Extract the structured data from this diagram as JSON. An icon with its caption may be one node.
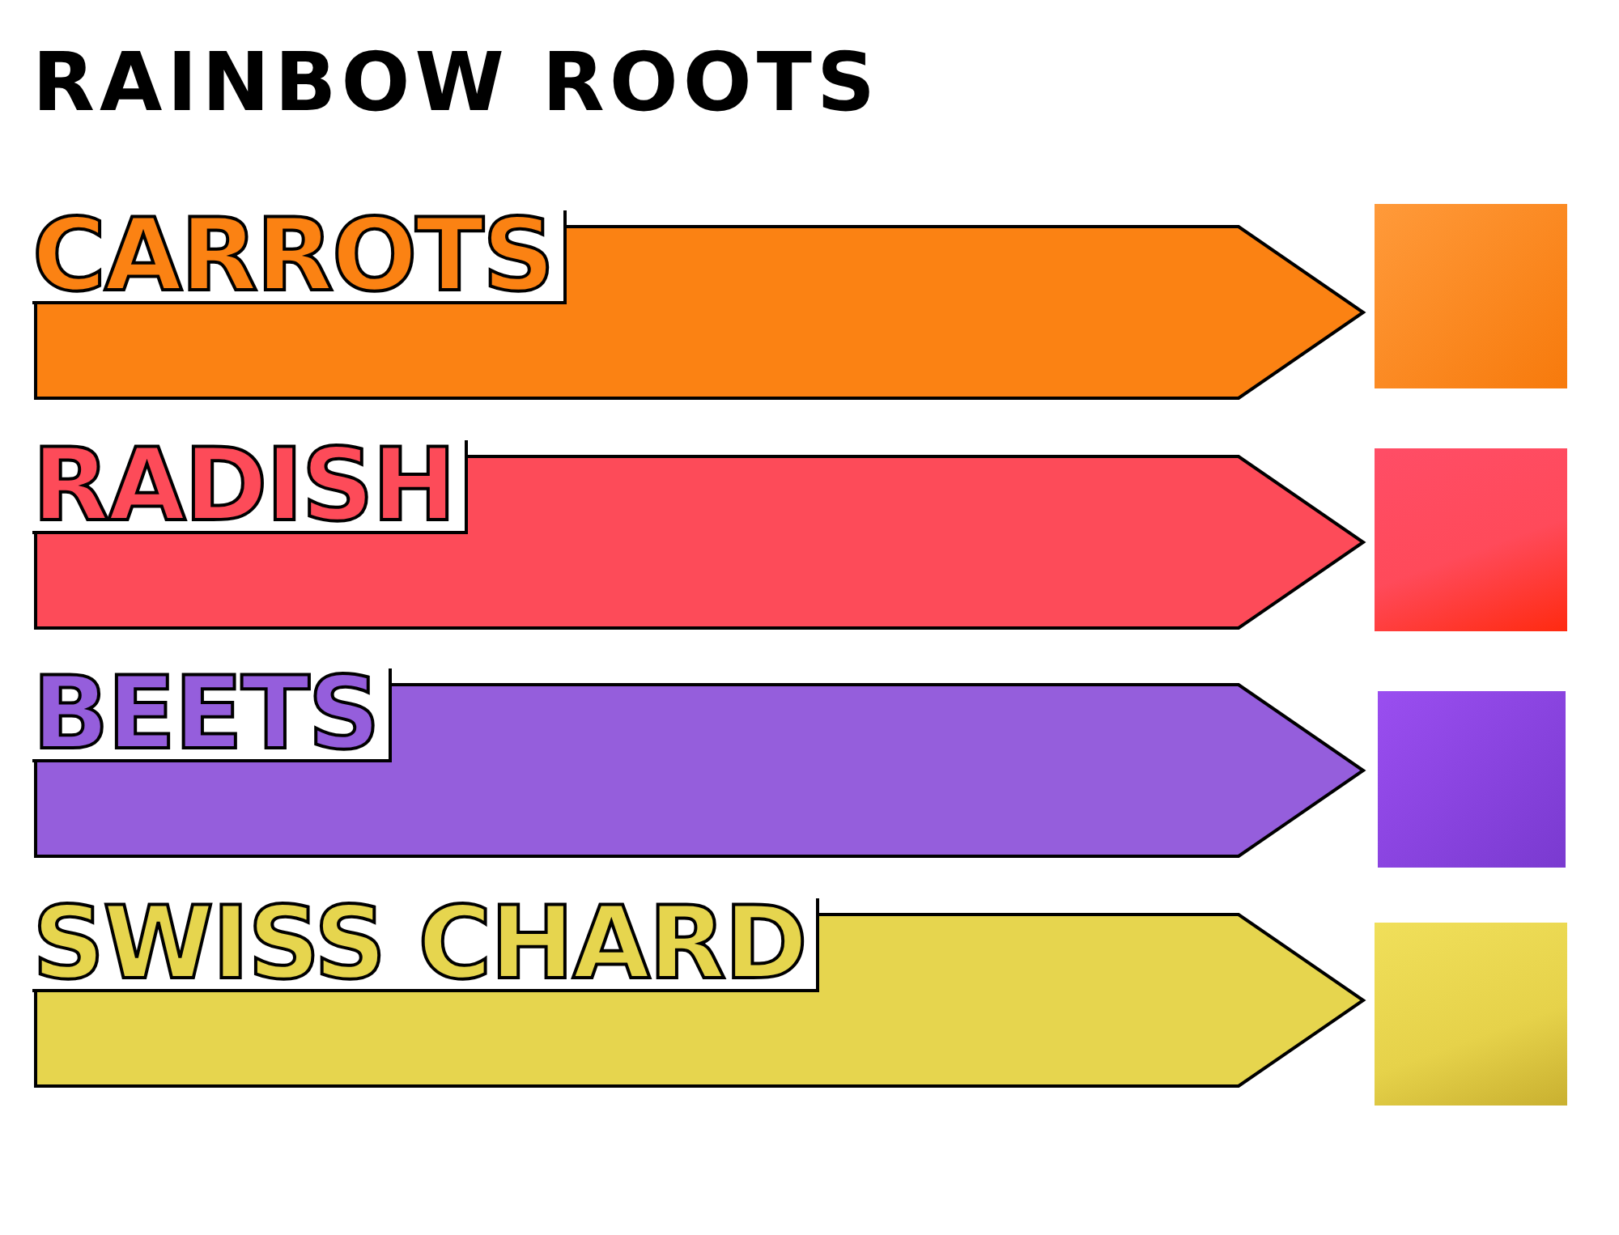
{
  "diagram": {
    "title": "RAINBOW ROOTS",
    "nodes": [
      {
        "text": [
          "CARROTS"
        ]
      },
      {
        "text": [],
        "shape": "box"
      },
      {
        "text": [
          "RADISH"
        ]
      },
      {
        "text": [],
        "shape": "box"
      },
      {
        "text": [
          "BEETS"
        ]
      },
      {
        "text": [],
        "shape": "box"
      },
      {
        "text": [
          "SWISS CHARD"
        ]
      },
      {
        "text": [],
        "shape": "box"
      }
    ]
  }
}
